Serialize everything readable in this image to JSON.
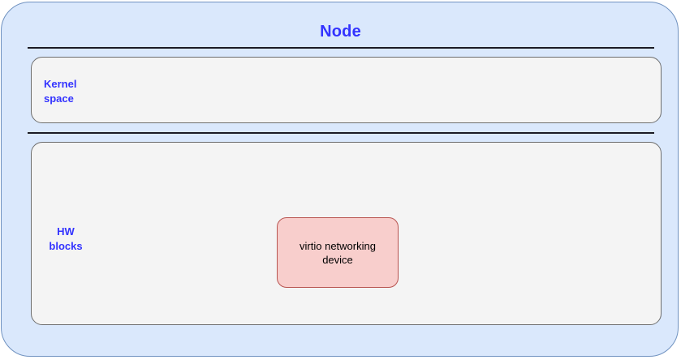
{
  "diagram": {
    "title": "Node",
    "colors": {
      "node_fill": "#dae8fc",
      "node_border": "#7092c0",
      "panel_fill": "#f4f4f4",
      "panel_border": "#6e6e6e",
      "label_blue": "#3333ff",
      "device_fill": "#f8cecc",
      "device_border": "#b85450",
      "divider": "#1b1b24"
    },
    "panels": [
      {
        "label": "Kernel\nspace"
      },
      {
        "label": "HW\nblocks"
      }
    ],
    "devices": [
      {
        "label": "virtio networking\ndevice"
      }
    ]
  }
}
